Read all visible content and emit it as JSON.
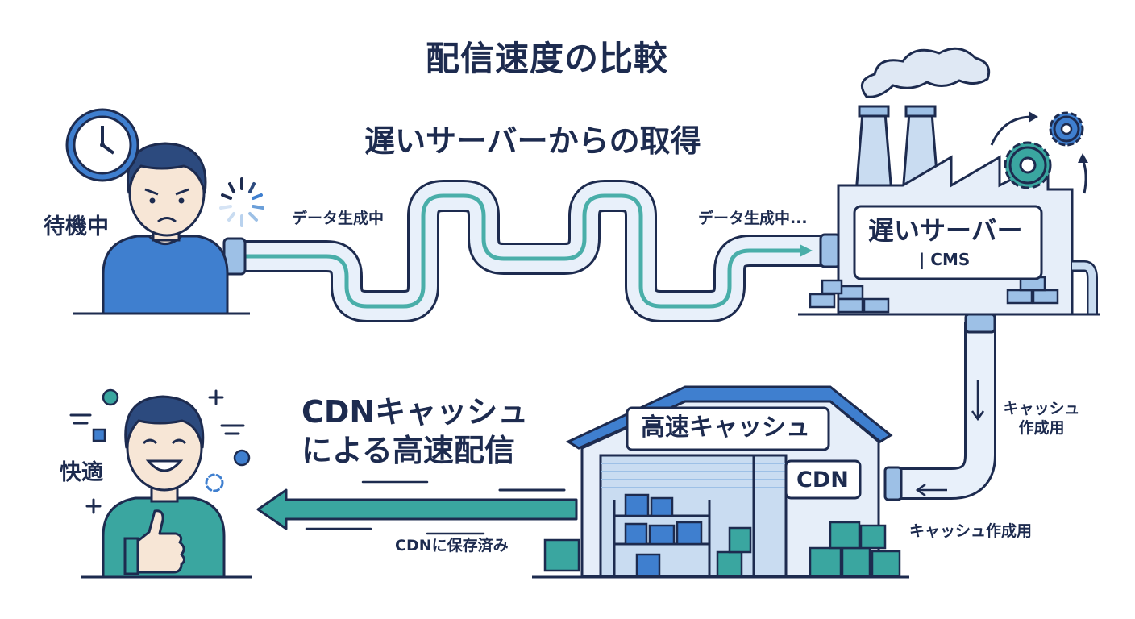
{
  "title": "配信速度の比較",
  "slow_path": {
    "heading": "遅いサーバーからの取得",
    "waiting_label": "待機中",
    "pipe_label_left": "データ生成中",
    "pipe_label_right": "データ生成中...",
    "server_sign": "遅いサーバー",
    "server_sub": "| CMS"
  },
  "fast_path": {
    "heading_line1": "CDNキャッシュ",
    "heading_line2": "による高速配信",
    "comfort_label": "快適",
    "warehouse_sign": "高速キャッシュ",
    "cdn_sign": "CDN",
    "pipe_label_vertical_line1": "キャッシュ",
    "pipe_label_vertical_line2": "作成用",
    "pipe_label_bottom": "キャッシュ作成用",
    "arrow_label": "CDNに保存済み"
  },
  "colors": {
    "navy": "#1d2b4f",
    "blue": "#3f7fcf",
    "teal": "#3aa6a0",
    "pale_blue": "#e6eef9"
  }
}
